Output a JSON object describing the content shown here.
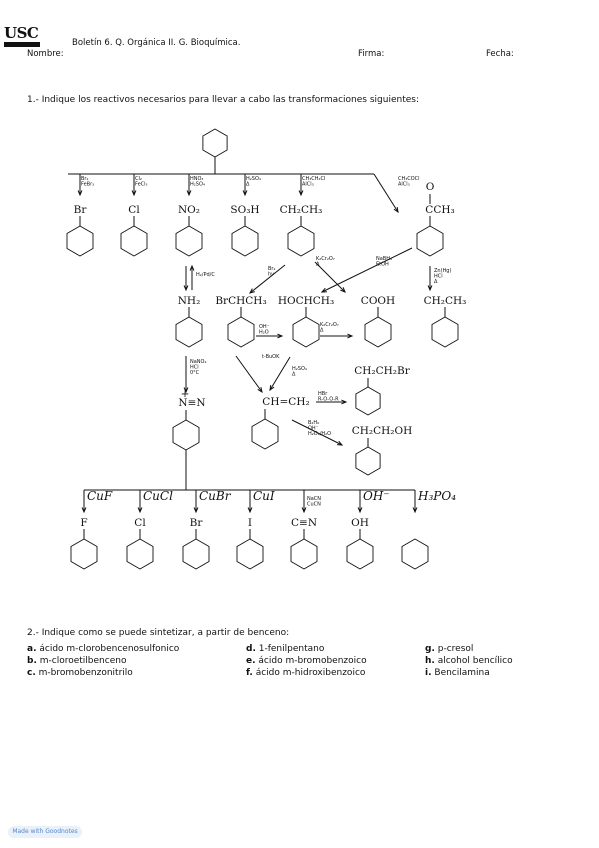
{
  "header": {
    "logo_text": "USC",
    "title": "Boletín 6. Q. Orgánica II. G. Bioquímica.",
    "nombre_label": "Nombre:",
    "firma_label": "Firma:",
    "fecha_label": "Fecha:"
  },
  "question1": "1.- Indique los reactivos necesarios para llevar a cabo las transformaciones siguientes:",
  "scheme": {
    "row1_reagents": [
      "Br₂\nFeBr₃",
      "Cl₂\nFeCl₃",
      "HNO₃\nH₂SO₄",
      "H₂SO₄\nΔ",
      "CH₃CH₂Cl\nAlCl₃",
      "CH₃COCl\nAlCl₃"
    ],
    "row1_products": [
      "Br",
      "Cl",
      "NO₂",
      "SO₃H",
      "CH₂CH₃",
      "O\nCCH₃"
    ],
    "row2_products": [
      "NH₂",
      "BrCHCH₃",
      "HOCHCH₃",
      "COOH",
      "CH₂CH₃"
    ],
    "row2_reagents": [
      "H₂/Pd/C",
      "Br₂\nhν",
      "K₂Cr₂O₇\nΔ",
      "NaBH₄\nEtOH",
      "Zn(Hg)\nHCl\nΔ",
      "OH⁻\nH₂O",
      "K₂Cr₂O₇\nΔ"
    ],
    "row3_products": [
      "N≡N",
      "CH=CH₂",
      "CH₂CH₂Br",
      "CH₂CH₂OH"
    ],
    "row3_reagents": [
      "NaNO₂\nHCl\n0°C",
      "H₂SO₄\nΔ",
      "t-BuOK",
      "HBr\nR-O-O-R",
      "B₂H₆\nOH⁻\nH₂O₂/H₂O"
    ],
    "row4_reagents": [
      "CuF",
      "CuCl",
      "CuBr",
      "CuI",
      "NaCN\nCuCN",
      "OH⁻",
      "H₃PO₄"
    ],
    "row4_products": [
      "F",
      "Cl",
      "Br",
      "I",
      "C≡N",
      "OH",
      ""
    ]
  },
  "question2": "2.- Indique como se puede sintetizar, a partir de benceno:",
  "items": [
    {
      "letter": "a.",
      "text": "ácido m-clorobencenosulfonico"
    },
    {
      "letter": "b.",
      "text": "m-cloroetilbenceno"
    },
    {
      "letter": "c.",
      "text": "m-bromobenzonitrilo"
    },
    {
      "letter": "d.",
      "text": "1-fenilpentano"
    },
    {
      "letter": "e.",
      "text": "ácido m-bromobenzoico"
    },
    {
      "letter": "f.",
      "text": "ácido m-hidroxibenzoico"
    },
    {
      "letter": "g.",
      "text": "p-cresol"
    },
    {
      "letter": "h.",
      "text": "alcohol bencílico"
    },
    {
      "letter": "i.",
      "text": "Bencilamina"
    }
  ],
  "badge_text": "Made with Goodnotes"
}
